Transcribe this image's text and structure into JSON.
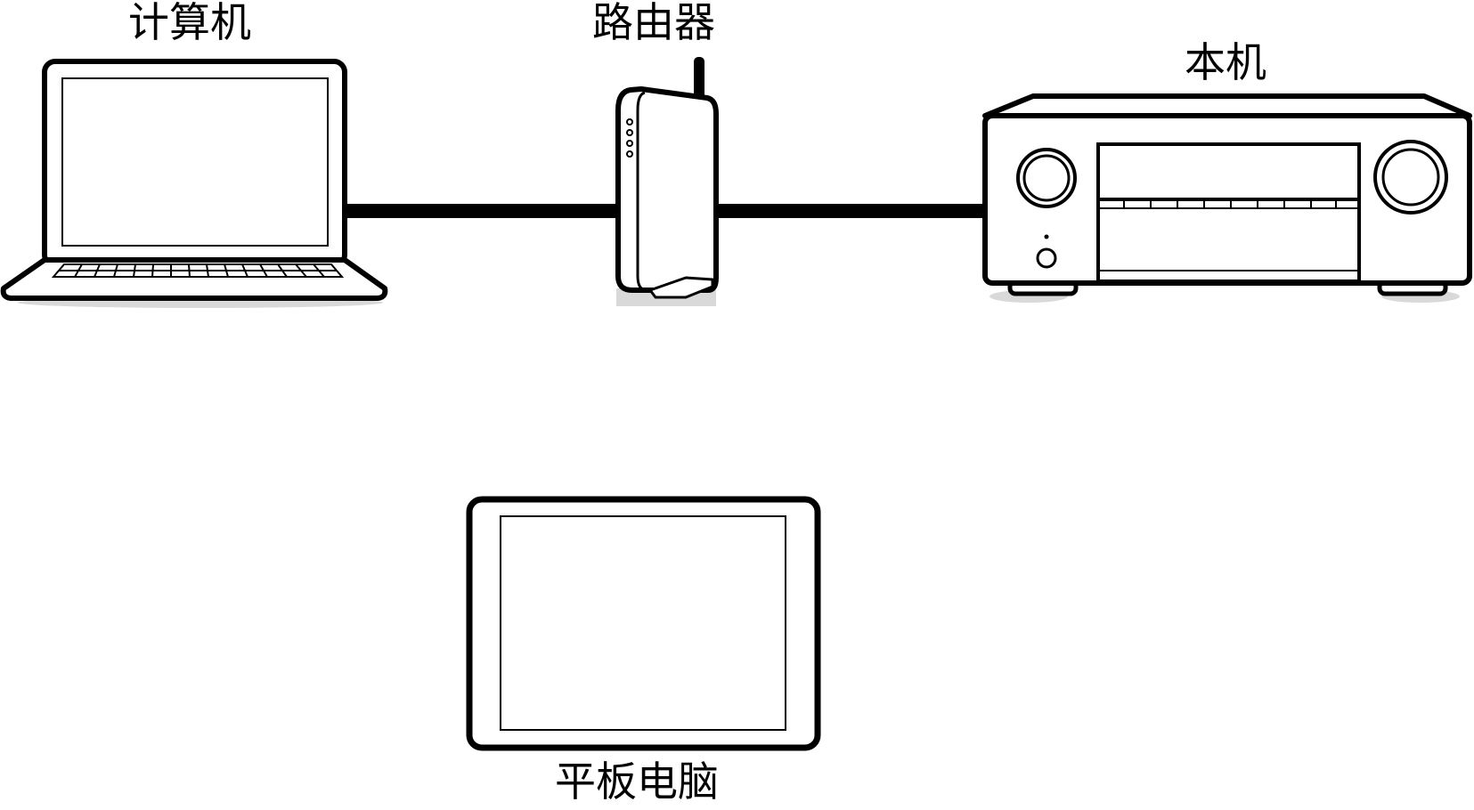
{
  "labels": {
    "computer": "计算机",
    "router": "路由器",
    "unit": "本机",
    "tablet": "平板电脑"
  },
  "colors": {
    "stroke": "#000000",
    "fill": "#ffffff",
    "shadow": "#d9d9d9"
  },
  "icons": [
    "laptop-icon",
    "router-icon",
    "av-receiver-icon",
    "tablet-icon"
  ]
}
